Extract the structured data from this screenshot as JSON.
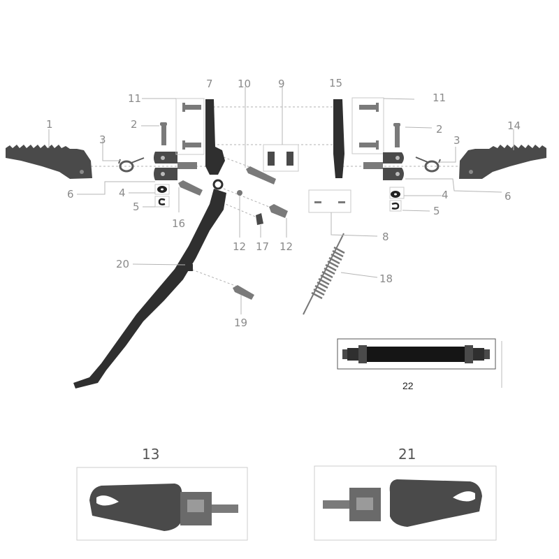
{
  "diagram": {
    "title": "Footpeg and side stand exploded parts diagram",
    "label_color": "#8a8a8a",
    "part_color": "#4a4a4a",
    "callouts": [
      {
        "id": "1",
        "text": "1",
        "part": "left footpeg"
      },
      {
        "id": "2",
        "text": "2",
        "part": "pivot pin"
      },
      {
        "id": "3",
        "text": "3",
        "part": "torsion spring"
      },
      {
        "id": "4",
        "text": "4",
        "part": "washer"
      },
      {
        "id": "5",
        "text": "5",
        "part": "clip"
      },
      {
        "id": "6",
        "text": "6",
        "part": "footpeg bracket"
      },
      {
        "id": "7",
        "text": "7",
        "part": "left footpeg mount"
      },
      {
        "id": "8",
        "text": "8",
        "part": "pins"
      },
      {
        "id": "9",
        "text": "9",
        "part": "bushings"
      },
      {
        "id": "10",
        "text": "10",
        "part": "stand pivot bolt"
      },
      {
        "id": "11",
        "text": "11",
        "part": "mounting bolts"
      },
      {
        "id": "12",
        "text": "12",
        "part": "bolt / ball"
      },
      {
        "id": "13",
        "text": "13",
        "part": "left footpeg assembly"
      },
      {
        "id": "14",
        "text": "14",
        "part": "right footpeg"
      },
      {
        "id": "15",
        "text": "15",
        "part": "right footpeg mount"
      },
      {
        "id": "16",
        "text": "16",
        "part": "bolt"
      },
      {
        "id": "17",
        "text": "17",
        "part": "nut"
      },
      {
        "id": "18",
        "text": "18",
        "part": "return spring"
      },
      {
        "id": "19",
        "text": "19",
        "part": "spring pin"
      },
      {
        "id": "20",
        "text": "20",
        "part": "side stand"
      },
      {
        "id": "21",
        "text": "21",
        "part": "right footpeg assembly"
      },
      {
        "id": "22",
        "text": "22",
        "part": "axle rod"
      }
    ],
    "labels": {
      "l1": "1",
      "l2a": "2",
      "l3a": "3",
      "l4a": "4",
      "l5a": "5",
      "l6a": "6",
      "l7": "7",
      "l10": "10",
      "l9": "9",
      "l11a": "11",
      "l16": "16",
      "l12a": "12",
      "l17": "17",
      "l12b": "12",
      "l20": "20",
      "l19": "19",
      "l15": "15",
      "l11b": "11",
      "l2b": "2",
      "l3b": "3",
      "l14": "14",
      "l6b": "6",
      "l4b": "4",
      "l5b": "5",
      "l8": "8",
      "l18": "18",
      "l22": "22",
      "l13": "13",
      "l21": "21"
    }
  }
}
